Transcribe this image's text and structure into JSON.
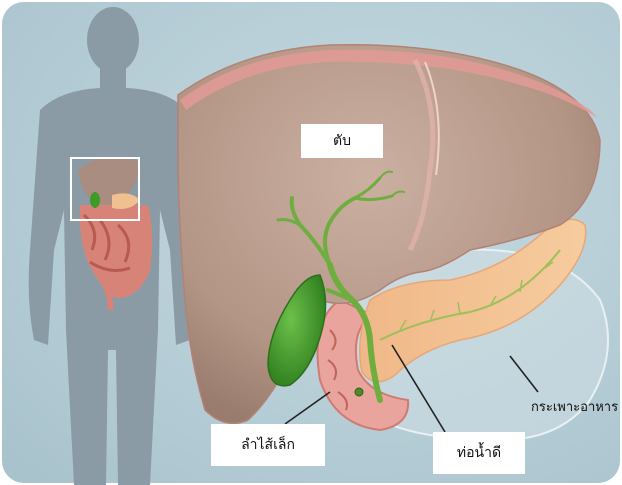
{
  "labels": {
    "liver": "ตับ",
    "small_intestine": "ลำไส้เล็ก",
    "bile_duct": "ท่อน้ำดี",
    "stomach": "กระเพาะอาหาร"
  },
  "colors": {
    "background": "#b9d0d9",
    "silhouette": "#8a9aa4",
    "liver": "#b89c8e",
    "liver_edge": "#d98f8f",
    "gallbladder": "#3f9a2a",
    "bile_duct": "#6fae3e",
    "pancreas": "#f2c08f",
    "stomach": "#c9d7de",
    "intestine": "#d6827a"
  }
}
